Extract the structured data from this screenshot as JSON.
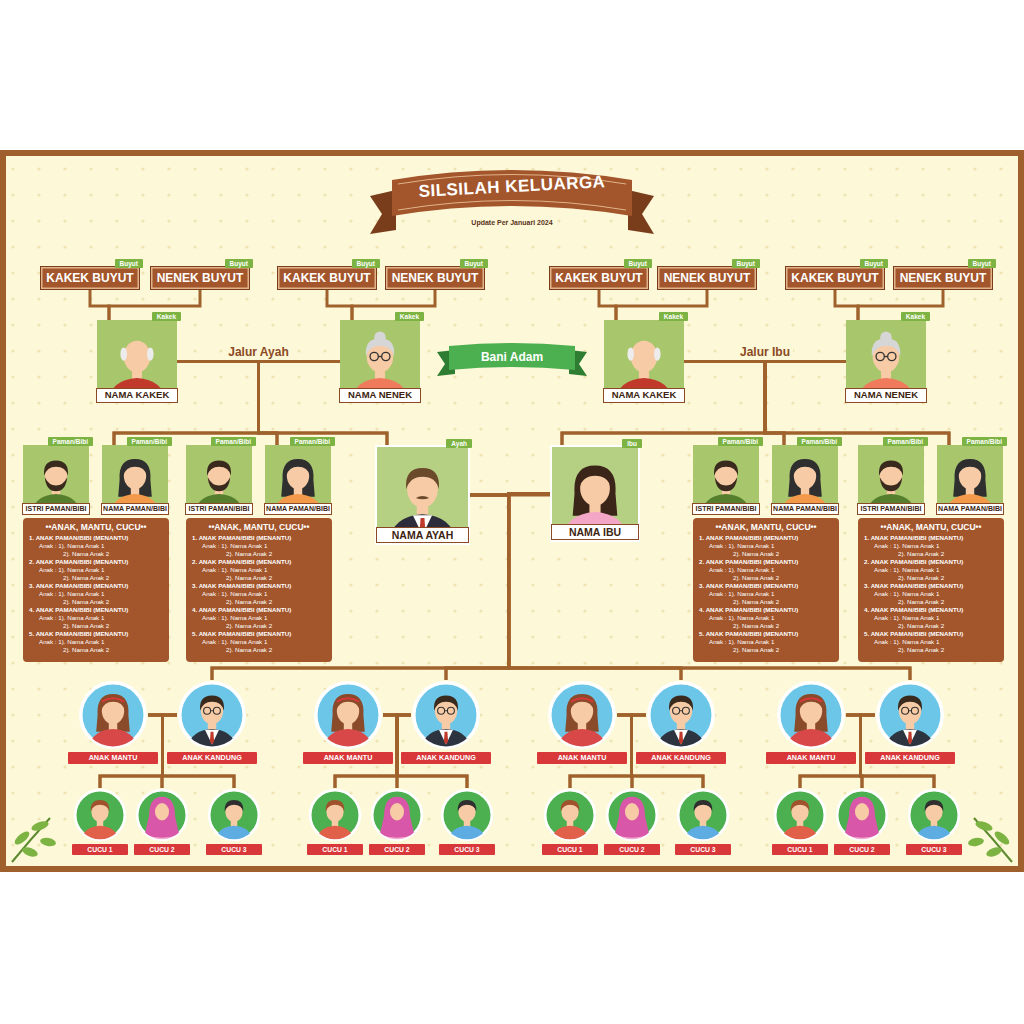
{
  "diagram": {
    "title": "SILSILAH KELUARGA",
    "nodes": [
      {
        "text": [
          "Buyut",
          "KAKEK BUYUT"
        ]
      },
      {
        "text": [
          "Buyut",
          "NENEK BUYUT"
        ]
      },
      {
        "text": [
          "Buyut",
          "KAKEK BUYUT"
        ]
      },
      {
        "text": [
          "Buyut",
          "NENEK BUYUT"
        ]
      },
      {
        "text": [
          "Buyut",
          "KAKEK BUYUT"
        ]
      },
      {
        "text": [
          "Buyut",
          "NENEK BUYUT"
        ]
      },
      {
        "text": [
          "Buyut",
          "KAKEK BUYUT"
        ]
      },
      {
        "text": [
          "Buyut",
          "NENEK BUYUT"
        ]
      },
      {
        "text": [
          "Kakek",
          "NAMA KAKEK"
        ]
      },
      {
        "text": [
          "Kakek",
          "NAMA NENEK"
        ]
      },
      {
        "text": [
          "Kakek",
          "NAMA KAKEK"
        ]
      },
      {
        "text": [
          "Kakek",
          "NAMA NENEK"
        ]
      },
      {
        "text": [
          "Bani Adam"
        ]
      },
      {
        "text": [
          "Paman/Bibi",
          "ISTRI PAMAN/BIBI"
        ]
      },
      {
        "text": [
          "Paman/Bibi",
          "NAMA PAMAN/BIBI"
        ]
      },
      {
        "text": [
          "Paman/Bibi",
          "ISTRI PAMAN/BIBI"
        ]
      },
      {
        "text": [
          "Paman/Bibi",
          "NAMA PAMAN/BIBI"
        ]
      },
      {
        "text": [
          "Ayah",
          "NAMA AYAH"
        ]
      },
      {
        "text": [
          "Ibu",
          "NAMA IBU"
        ]
      },
      {
        "text": [
          "Paman/Bibi",
          "ISTRI PAMAN/BIBI"
        ]
      },
      {
        "text": [
          "Paman/Bibi",
          "NAMA PAMAN/BIBI"
        ]
      },
      {
        "text": [
          "Paman/Bibi",
          "ISTRI PAMAN/BIBI"
        ]
      },
      {
        "text": [
          "Paman/Bibi",
          "NAMA PAMAN/BIBI"
        ]
      },
      {
        "text": [
          "••ANAK, MANTU, CUCU••",
          "1. ANAK PAMAN/BIBI (MENANTU)",
          "Anak : 1). Nama Anak 1",
          "2). Nama Anak 2",
          "2. ANAK PAMAN/BIBI (MENANTU)",
          "Anak : 1). Nama Anak 1",
          "2). Nama Anak 2",
          "3. ANAK PAMAN/BIBI (MENANTU)",
          "Anak : 1). Nama Anak 1",
          "2). Nama Anak 2",
          "4. ANAK PAMAN/BIBI (MENANTU)",
          "Anak : 1). Nama Anak 1",
          "2). Nama Anak 2",
          "5. ANAK PAMAN/BIBI (MENANTU)",
          "Anak : 1). Nama Anak 1",
          "2). Nama Anak 2"
        ]
      },
      {
        "text": [
          "••ANAK, MANTU, CUCU••",
          "1. ANAK PAMAN/BIBI (MENANTU)",
          "Anak : 1). Nama Anak 1",
          "2). Nama Anak 2",
          "2. ANAK PAMAN/BIBI (MENANTU)",
          "Anak : 1). Nama Anak 1",
          "2). Nama Anak 2",
          "3. ANAK PAMAN/BIBI (MENANTU)",
          "Anak : 1). Nama Anak 1",
          "2). Nama Anak 2",
          "4. ANAK PAMAN/BIBI (MENANTU)",
          "Anak : 1). Nama Anak 1",
          "2). Nama Anak 2",
          "5. ANAK PAMAN/BIBI (MENANTU)",
          "Anak : 1). Nama Anak 1",
          "2). Nama Anak 2"
        ]
      },
      {
        "text": [
          "••ANAK, MANTU, CUCU••",
          "1. ANAK PAMAN/BIBI (MENANTU)",
          "Anak : 1). Nama Anak 1",
          "2). Nama Anak 2",
          "2. ANAK PAMAN/BIBI (MENANTU)",
          "Anak : 1). Nama Anak 1",
          "2). Nama Anak 2",
          "3. ANAK PAMAN/BIBI (MENANTU)",
          "Anak : 1). Nama Anak 1",
          "2). Nama Anak 2",
          "4. ANAK PAMAN/BIBI (MENANTU)",
          "Anak : 1). Nama Anak 1",
          "2). Nama Anak 2",
          "5. ANAK PAMAN/BIBI (MENANTU)",
          "Anak : 1). Nama Anak 1",
          "2). Nama Anak 2"
        ]
      },
      {
        "text": [
          "••ANAK, MANTU, CUCU••",
          "1. ANAK PAMAN/BIBI (MENANTU)",
          "Anak : 1). Nama Anak 1",
          "2). Nama Anak 2",
          "2. ANAK PAMAN/BIBI (MENANTU)",
          "Anak : 1). Nama Anak 1",
          "2). Nama Anak 2",
          "3. ANAK PAMAN/BIBI (MENANTU)",
          "Anak : 1). Nama Anak 1",
          "2). Nama Anak 2",
          "4. ANAK PAMAN/BIBI (MENANTU)",
          "Anak : 1). Nama Anak 1",
          "2). Nama Anak 2",
          "5. ANAK PAMAN/BIBI (MENANTU)",
          "Anak : 1). Nama Anak 1",
          "2). Nama Anak 2"
        ]
      },
      {
        "text": [
          "ANAK MANTU"
        ]
      },
      {
        "text": [
          "ANAK KANDUNG"
        ]
      },
      {
        "text": [
          "ANAK MANTU"
        ]
      },
      {
        "text": [
          "ANAK KANDUNG"
        ]
      },
      {
        "text": [
          "ANAK MANTU"
        ]
      },
      {
        "text": [
          "ANAK KANDUNG"
        ]
      },
      {
        "text": [
          "ANAK MANTU"
        ]
      },
      {
        "text": [
          "ANAK KANDUNG"
        ]
      },
      {
        "text": [
          "CUCU 1"
        ]
      },
      {
        "text": [
          "CUCU 2"
        ]
      },
      {
        "text": [
          "CUCU 3"
        ]
      },
      {
        "text": [
          "CUCU 1"
        ]
      },
      {
        "text": [
          "CUCU 2"
        ]
      },
      {
        "text": [
          "CUCU 3"
        ]
      },
      {
        "text": [
          "CUCU 1"
        ]
      },
      {
        "text": [
          "CUCU 2"
        ]
      },
      {
        "text": [
          "CUCU 3"
        ]
      },
      {
        "text": [
          "CUCU 1"
        ]
      },
      {
        "text": [
          "CUCU 2"
        ]
      },
      {
        "text": [
          "CUCU 3"
        ]
      }
    ],
    "edges": [
      {
        "from": 0,
        "to": 8,
        "arrow": "none"
      },
      {
        "from": 1,
        "to": 8,
        "arrow": "none"
      },
      {
        "from": 2,
        "to": 9,
        "arrow": "none"
      },
      {
        "from": 3,
        "to": 9,
        "arrow": "none"
      },
      {
        "from": 4,
        "to": 10,
        "arrow": "none"
      },
      {
        "from": 5,
        "to": 10,
        "arrow": "none"
      },
      {
        "from": 6,
        "to": 11,
        "arrow": "none"
      },
      {
        "from": 7,
        "to": 11,
        "arrow": "none"
      },
      {
        "from": 8,
        "to": 9,
        "arrow": "none",
        "label": "Jalur Ayah"
      },
      {
        "from": 10,
        "to": 11,
        "arrow": "none",
        "label": "Jalur Ibu"
      },
      {
        "from": 8,
        "to": 14,
        "arrow": "none"
      },
      {
        "from": 8,
        "to": 16,
        "arrow": "none"
      },
      {
        "from": 8,
        "to": 17,
        "arrow": "none"
      },
      {
        "from": 9,
        "to": 14,
        "arrow": "none"
      },
      {
        "from": 9,
        "to": 16,
        "arrow": "none"
      },
      {
        "from": 9,
        "to": 17,
        "arrow": "none"
      },
      {
        "from": 10,
        "to": 18,
        "arrow": "none"
      },
      {
        "from": 10,
        "to": 20,
        "arrow": "none"
      },
      {
        "from": 10,
        "to": 22,
        "arrow": "none"
      },
      {
        "from": 11,
        "to": 18,
        "arrow": "none"
      },
      {
        "from": 11,
        "to": 20,
        "arrow": "none"
      },
      {
        "from": 11,
        "to": 22,
        "arrow": "none"
      },
      {
        "from": 17,
        "to": 18,
        "arrow": "none"
      },
      {
        "from": 17,
        "to": 28,
        "arrow": "none"
      },
      {
        "from": 17,
        "to": 30,
        "arrow": "none"
      },
      {
        "from": 17,
        "to": 32,
        "arrow": "none"
      },
      {
        "from": 17,
        "to": 34,
        "arrow": "none"
      },
      {
        "from": 18,
        "to": 28,
        "arrow": "none"
      },
      {
        "from": 18,
        "to": 30,
        "arrow": "none"
      },
      {
        "from": 18,
        "to": 32,
        "arrow": "none"
      },
      {
        "from": 18,
        "to": 34,
        "arrow": "none"
      },
      {
        "from": 27,
        "to": 28,
        "arrow": "none"
      },
      {
        "from": 29,
        "to": 30,
        "arrow": "none"
      },
      {
        "from": 31,
        "to": 32,
        "arrow": "none"
      },
      {
        "from": 33,
        "to": 34,
        "arrow": "none"
      },
      {
        "from": 27,
        "to": 35,
        "arrow": "none"
      },
      {
        "from": 27,
        "to": 36,
        "arrow": "none"
      },
      {
        "from": 27,
        "to": 37,
        "arrow": "none"
      },
      {
        "from": 28,
        "to": 35,
        "arrow": "none"
      },
      {
        "from": 28,
        "to": 36,
        "arrow": "none"
      },
      {
        "from": 28,
        "to": 37,
        "arrow": "none"
      },
      {
        "from": 29,
        "to": 38,
        "arrow": "none"
      },
      {
        "from": 29,
        "to": 39,
        "arrow": "none"
      },
      {
        "from": 29,
        "to": 40,
        "arrow": "none"
      },
      {
        "from": 30,
        "to": 38,
        "arrow": "none"
      },
      {
        "from": 30,
        "to": 39,
        "arrow": "none"
      },
      {
        "from": 30,
        "to": 40,
        "arrow": "none"
      },
      {
        "from": 31,
        "to": 41,
        "arrow": "none"
      },
      {
        "from": 31,
        "to": 42,
        "arrow": "none"
      },
      {
        "from": 31,
        "to": 43,
        "arrow": "none"
      },
      {
        "from": 32,
        "to": 41,
        "arrow": "none"
      },
      {
        "from": 32,
        "to": 42,
        "arrow": "none"
      },
      {
        "from": 32,
        "to": 43,
        "arrow": "none"
      },
      {
        "from": 33,
        "to": 44,
        "arrow": "none"
      },
      {
        "from": 33,
        "to": 45,
        "arrow": "none"
      },
      {
        "from": 33,
        "to": 46,
        "arrow": "none"
      },
      {
        "from": 34,
        "to": 44,
        "arrow": "none"
      },
      {
        "from": 34,
        "to": 45,
        "arrow": "none"
      },
      {
        "from": 34,
        "to": 46,
        "arrow": "none"
      }
    ],
    "labels": [
      "Update Per Januari 2024"
    ]
  }
}
